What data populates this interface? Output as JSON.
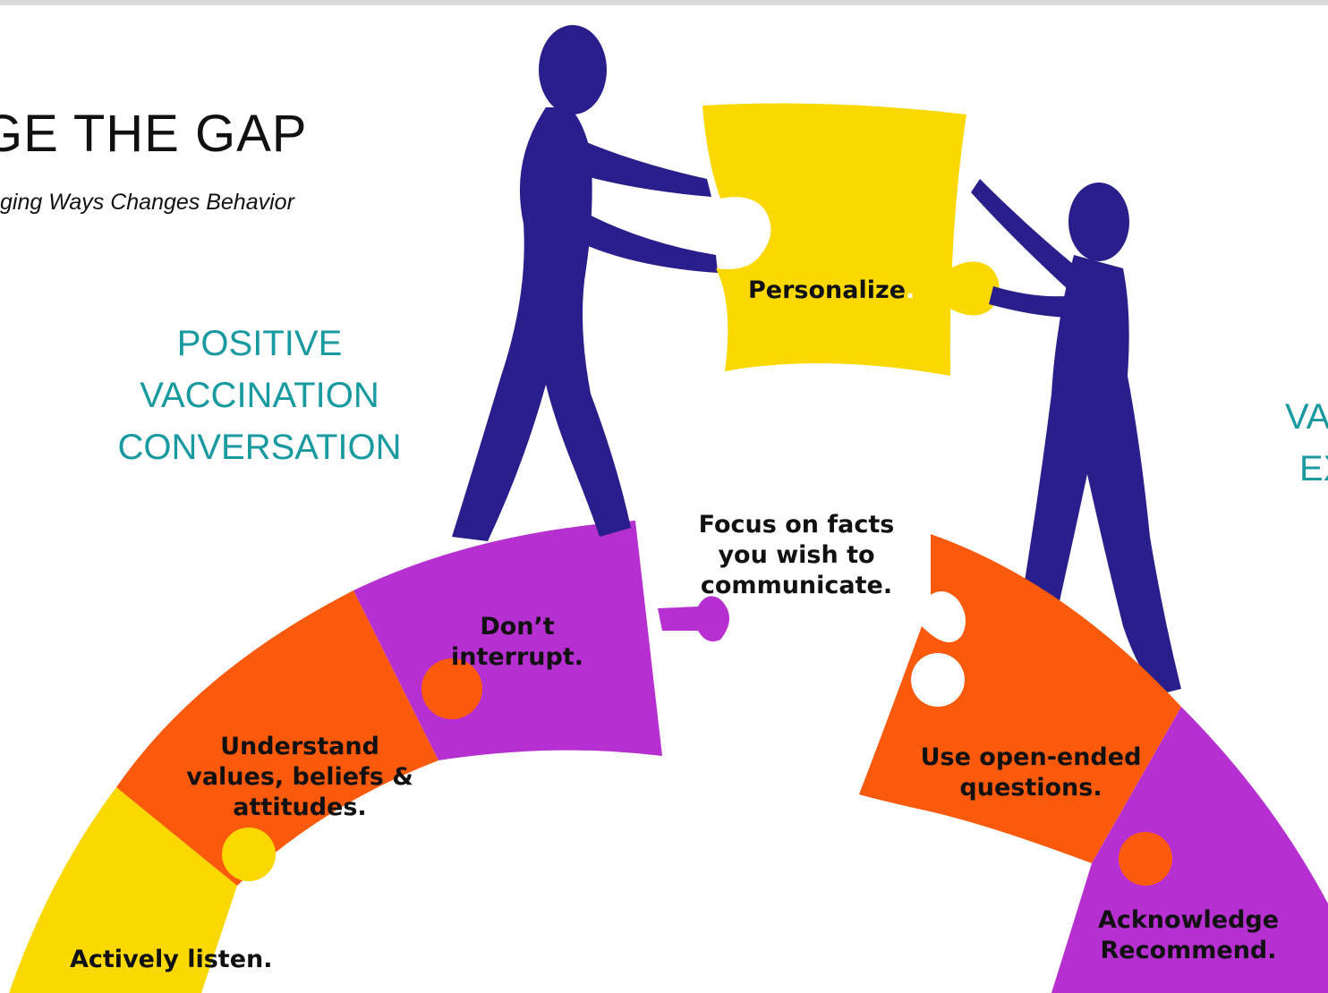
{
  "header": {
    "title": "GE THE GAP",
    "subtitle": "ging Ways Changes Behavior"
  },
  "left_heading": {
    "line1": "POSITIVE",
    "line2": "VACCINATION",
    "line3": "CONVERSATION"
  },
  "right_heading": {
    "line1": "VA",
    "line2": "EX"
  },
  "pieces": {
    "personalize": "Personalize",
    "personalize_dot": ".",
    "focus_line1": "Focus on facts",
    "focus_line2": "you wish to",
    "focus_line3": "communicate.",
    "dont_line1": "Don’t",
    "dont_line2": "interrupt.",
    "understand_line1": "Understand",
    "understand_line2": "values, beliefs  &",
    "understand_line3": "attitudes.",
    "actively": "Actively listen.",
    "openended_line1": "Use open-ended",
    "openended_line2": "questions.",
    "acknowledge_line1": "Acknowledge",
    "acknowledge_line2": "Recommend."
  },
  "colors": {
    "figure": "#2a1e8c",
    "yellow": "#fad800",
    "orange": "#fb5a0c",
    "purple": "#b62fd0",
    "teal": "#189aa0"
  }
}
